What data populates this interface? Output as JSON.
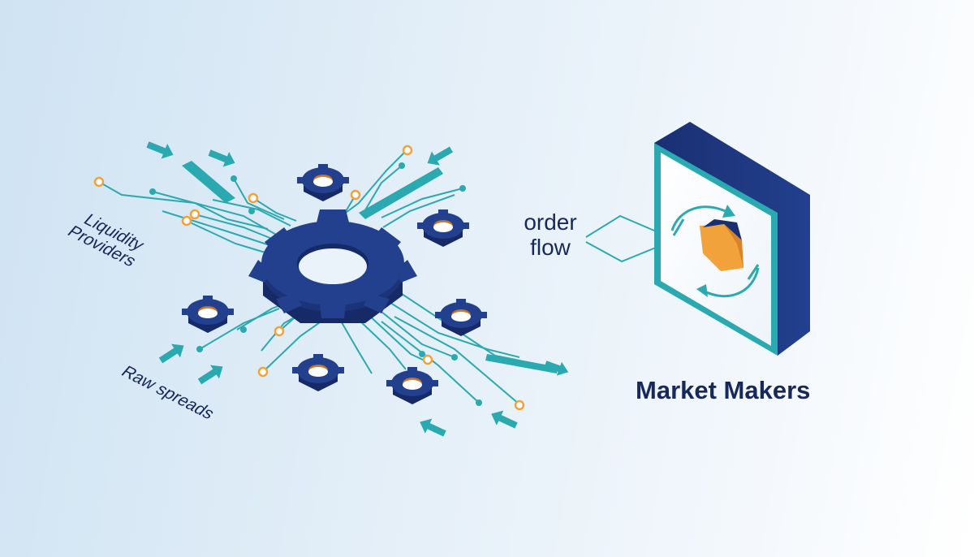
{
  "labels": {
    "liquidity_providers": [
      "Liquidity",
      "Providers"
    ],
    "raw_spreads": "Raw spreads",
    "order_flow": [
      "order",
      "flow"
    ],
    "market_makers": "Market Makers"
  },
  "icons": {
    "hub": "large-gear-icon",
    "satellites": "small-gear-icon",
    "panel_symbol": "cycle-arrows-icon",
    "panel_core": "orange-hexagon-icon"
  },
  "colors": {
    "navy": "#1f3a8a",
    "navy_dark": "#152a66",
    "teal": "#2aaab0",
    "orange": "#f2a23a",
    "text": "#17285a"
  }
}
